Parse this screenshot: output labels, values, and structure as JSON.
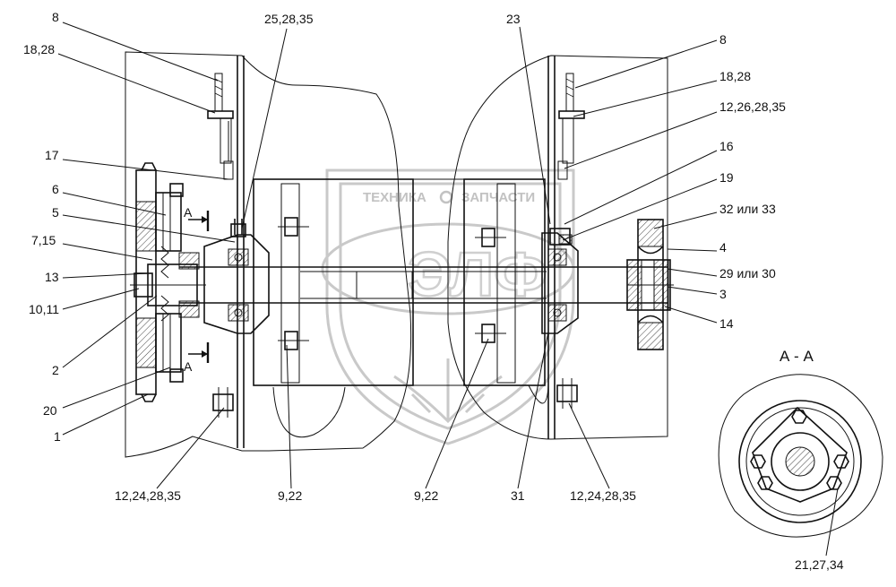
{
  "watermark": {
    "left_word": "ТЕХНИКА",
    "right_word": "ЗАПЧАСТИ",
    "emblem": "ЭЛФ",
    "color": "#c9c9c9"
  },
  "section": {
    "label": "А - А",
    "marker": "А"
  },
  "callouts": {
    "c_8_left": "8",
    "c_18_28_left": "18,28",
    "c_25_28_35": "25,28,35",
    "c_23": "23",
    "c_8_right": "8",
    "c_18_28_right": "18,28",
    "c_12_26_28_35": "12,26,28,35",
    "c_17": "17",
    "c_16": "16",
    "c_6": "6",
    "c_19": "19",
    "c_5": "5",
    "c_32_33": "32 или 33",
    "c_7_15": "7,15",
    "c_4": "4",
    "c_13": "13",
    "c_29_30": "29 или 30",
    "c_10_11": "10,11",
    "c_3": "3",
    "c_14": "14",
    "c_2": "2",
    "c_20": "20",
    "c_1": "1",
    "c_12_24_28_35_left": "12,24,28,35",
    "c_9_22_left": "9,22",
    "c_9_22_right": "9,22",
    "c_31": "31",
    "c_12_24_28_35_right": "12,24,28,35",
    "c_21_27_34": "21,27,34"
  }
}
